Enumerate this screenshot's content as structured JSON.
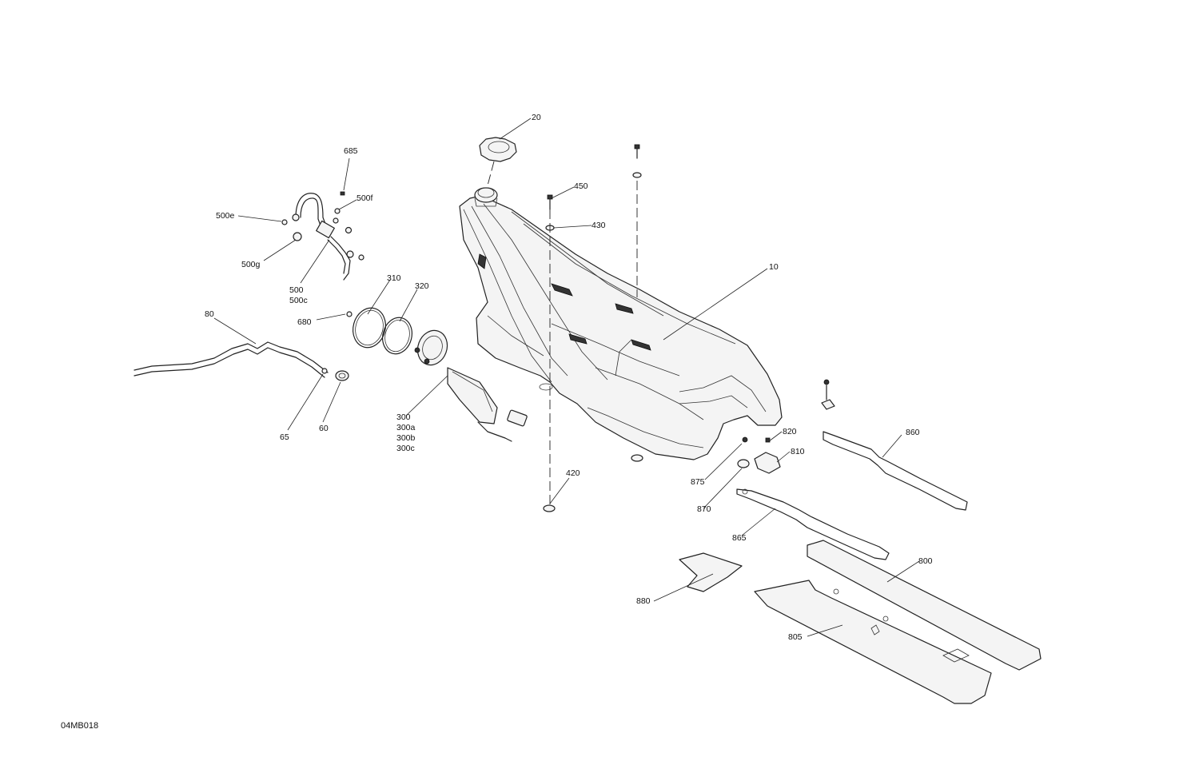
{
  "drawing": {
    "id": "04MB018",
    "callouts": {
      "c20": "20",
      "c685": "685",
      "c500f": "500f",
      "c500e": "500e",
      "c500g": "500g",
      "c500": "500",
      "c500c": "500c",
      "c450": "450",
      "c430": "430",
      "c10": "10",
      "c310": "310",
      "c320": "320",
      "c680": "680",
      "c80": "80",
      "c65": "65",
      "c60": "60",
      "c300": "300",
      "c300a": "300a",
      "c300b": "300b",
      "c300c": "300c",
      "c420": "420",
      "c820": "820",
      "c810": "810",
      "c875": "875",
      "c870": "870",
      "c865": "865",
      "c860": "860",
      "c800": "800",
      "c880": "880",
      "c805": "805"
    }
  }
}
